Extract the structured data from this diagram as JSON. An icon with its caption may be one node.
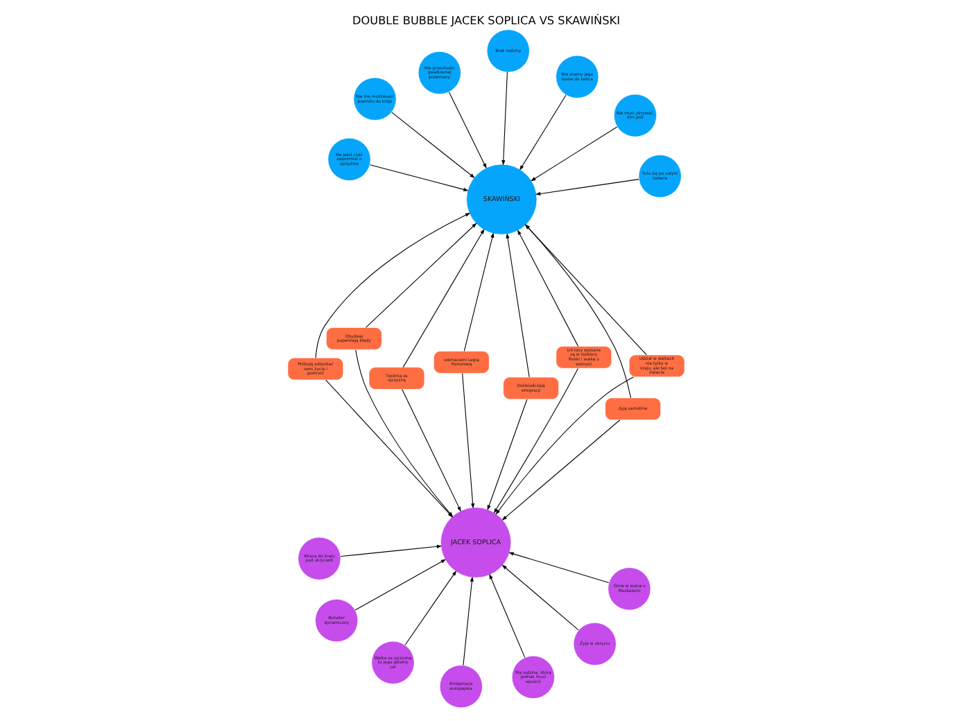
{
  "diagram": {
    "title": "DOUBLE BUBBLE JACEK SOPLICA VS SKAWIŃSKI",
    "nodes": [
      {
        "text": [
          "JACEK SOPLICA"
        ]
      },
      {
        "text": [
          "SKAWIŃSKI"
        ]
      },
      {
        "text": [
          "Ma rodzinę, którą jednak musi opuścić"
        ]
      },
      {
        "text": [
          "Wraca do kraju pod ukryciem"
        ]
      },
      {
        "text": [
          "Ginie w walce z Moskalami"
        ]
      },
      {
        "text": [
          "Bohater dynamiczny"
        ]
      },
      {
        "text": [
          "Walka za ojczyznę to jego główny cel"
        ]
      },
      {
        "text": [
          "Żyje w ukryciu"
        ]
      },
      {
        "text": [
          "Emigaracja europejska"
        ]
      },
      {
        "text": [
          "Doświadczają emigracji"
        ]
      },
      {
        "text": [
          "Tęsknią za ojczyzną"
        ]
      },
      {
        "text": [
          "Próbują odzyskać sens życia i godność"
        ]
      },
      {
        "text": [
          "Udział w walkach nie tylko w kraju, ale też na świecie"
        ]
      },
      {
        "text": [
          "Ich losy wpisane są w rozbiory Polski i walkę o wolność"
        ]
      },
      {
        "text": [
          "Obydwaj popełniają błędy"
        ]
      },
      {
        "text": [
          "odznaczeni Legią Honorową"
        ]
      },
      {
        "text": [
          "żyją samotnie"
        ]
      },
      {
        "text": [
          "Brak rodziny"
        ]
      },
      {
        "text": [
          "Nie ma możliwości powrotu do kraju"
        ]
      },
      {
        "text": [
          "Nie znamy jego losów do końca"
        ]
      },
      {
        "text": [
          "Nie przechodzi gwałtownej przemiany"
        ]
      },
      {
        "text": [
          "Na jakiś czas zapomniał o ojczyźnie"
        ]
      },
      {
        "text": [
          "Nie musi ukrywać, kim jest"
        ]
      },
      {
        "text": [
          "Tuła się po całym świecie"
        ]
      }
    ],
    "edges": [
      {
        "from": 2,
        "to": 0,
        "arrow": "to"
      },
      {
        "from": 3,
        "to": 0,
        "arrow": "to"
      },
      {
        "from": 4,
        "to": 0,
        "arrow": "to"
      },
      {
        "from": 5,
        "to": 0,
        "arrow": "to"
      },
      {
        "from": 6,
        "to": 0,
        "arrow": "to"
      },
      {
        "from": 7,
        "to": 0,
        "arrow": "to"
      },
      {
        "from": 8,
        "to": 0,
        "arrow": "to"
      },
      {
        "from": 9,
        "to": 0,
        "arrow": "to"
      },
      {
        "from": 9,
        "to": 1,
        "arrow": "to"
      },
      {
        "from": 10,
        "to": 0,
        "arrow": "to"
      },
      {
        "from": 10,
        "to": 1,
        "arrow": "to"
      },
      {
        "from": 11,
        "to": 0,
        "arrow": "to"
      },
      {
        "from": 11,
        "to": 1,
        "arrow": "to"
      },
      {
        "from": 12,
        "to": 0,
        "arrow": "to"
      },
      {
        "from": 12,
        "to": 1,
        "arrow": "to"
      },
      {
        "from": 13,
        "to": 0,
        "arrow": "to"
      },
      {
        "from": 13,
        "to": 1,
        "arrow": "to"
      },
      {
        "from": 14,
        "to": 0,
        "arrow": "to"
      },
      {
        "from": 14,
        "to": 1,
        "arrow": "to"
      },
      {
        "from": 15,
        "to": 0,
        "arrow": "to"
      },
      {
        "from": 15,
        "to": 1,
        "arrow": "to"
      },
      {
        "from": 16,
        "to": 0,
        "arrow": "to"
      },
      {
        "from": 16,
        "to": 1,
        "arrow": "to"
      },
      {
        "from": 17,
        "to": 1,
        "arrow": "to"
      },
      {
        "from": 18,
        "to": 1,
        "arrow": "to"
      },
      {
        "from": 19,
        "to": 1,
        "arrow": "to"
      },
      {
        "from": 20,
        "to": 1,
        "arrow": "to"
      },
      {
        "from": 21,
        "to": 1,
        "arrow": "to"
      },
      {
        "from": 22,
        "to": 1,
        "arrow": "to"
      },
      {
        "from": 23,
        "to": 1,
        "arrow": "to"
      }
    ]
  }
}
